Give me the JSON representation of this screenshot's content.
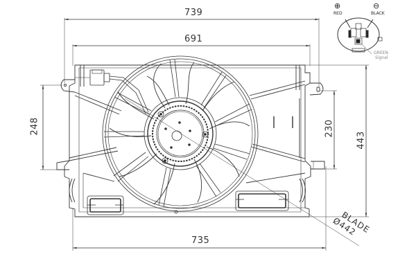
{
  "drawing": {
    "subject": "Radiator cooling fan assembly",
    "line_color": "#333333",
    "dimensions": {
      "overall_width": "739",
      "shroud_width": "691",
      "bottom_width": "735",
      "overall_height": "443",
      "left_mount_spacing": "248",
      "right_mount_spacing": "230",
      "blade_label": "BLADE",
      "blade_diameter": "Ø442"
    },
    "connector": {
      "positive_symbol": "⊕",
      "positive_label": "RED",
      "negative_symbol": "⊖",
      "negative_label": "BLACK",
      "signal_wire_label": "GREEN",
      "signal_wire_sub": "Signal"
    },
    "fan": {
      "blade_count": 11,
      "hub_bolt_count": 5
    }
  }
}
